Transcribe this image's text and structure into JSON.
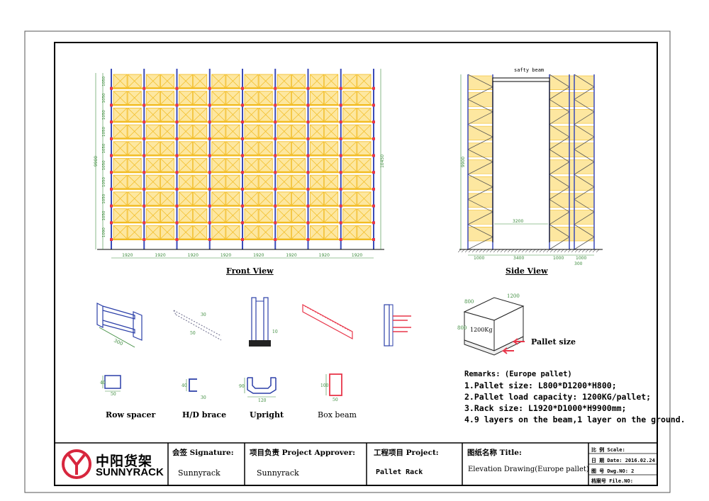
{
  "front_view": {
    "title": "Front View",
    "bay_width_label": "1920",
    "level_labels": [
      "1090",
      "1050",
      "1050",
      "1050",
      "1050",
      "1050",
      "1050",
      "1050",
      "1050",
      "1050"
    ],
    "total_height_label": "9900",
    "right_height_label": "10450"
  },
  "side_view": {
    "title": "Side View",
    "beam_label": "safty beam",
    "height_label": "9900",
    "aisle_label": "3400",
    "clear_label": "3200",
    "depth_label_left": "1000",
    "depth_label_mid": "1000",
    "depth_label_right": "1000",
    "spacer_label": "300"
  },
  "pallet": {
    "caption": "Pallet size",
    "weight_label": "1200Kg",
    "width_label": "1200",
    "depth_label": "800",
    "height_label": "800"
  },
  "parts": [
    {
      "name": "Row spacer",
      "dim_a": "40",
      "dim_b": "50",
      "iso_dim": "300"
    },
    {
      "name": "H/D brace",
      "dim_a": "40",
      "dim_b": "30",
      "iso_dim_a": "30",
      "iso_dim_b": "50"
    },
    {
      "name": "Upright",
      "dim_a": "90",
      "dim_b": "120"
    },
    {
      "name": "Box beam",
      "dim_a": "100",
      "dim_b": "50"
    }
  ],
  "remarks": {
    "heading": "Remarks: (Europe pallet)",
    "lines": [
      "1.Pallet size: L800*D1200*H800;",
      "2.Pallet load capacity: 1200KG/pallet;",
      "3.Rack size: L1920*D1000*H9900mm;",
      "4.9 layers on the beam,1 layer on the ground."
    ]
  },
  "title_block": {
    "logo_cn": "中阳货架",
    "logo_en": "SUNNYRACK",
    "signature_label": "会签 Signature:",
    "signature_value": "Sunnyrack",
    "approver_label": "项目负责 Project Approver:",
    "approver_value": "Sunnyrack",
    "project_label": "工程项目 Project:",
    "project_value": "Pallet Rack",
    "title_label": "图纸名称 Title:",
    "title_value": "Elevation Drawing(Europe pallet)",
    "scale_label": "比 例 Scale:",
    "date_label": "日 期 Date: 2016.02.24",
    "dwg_label": "图 号 Dwg.NO: 2",
    "file_label": "档案号 File.NO:"
  },
  "colors": {
    "upright": "#3a4ab8",
    "beam": "#e8364a",
    "bracing": "#f2bc22",
    "pallet_fill": "#fde7a0",
    "dimension": "#3a8a3a",
    "line": "#000000"
  }
}
